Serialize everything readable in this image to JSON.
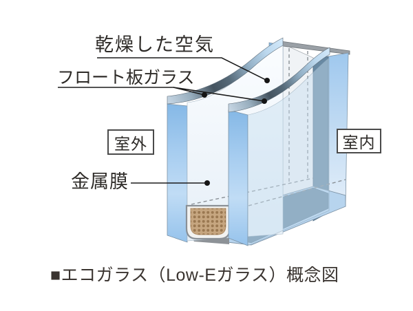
{
  "diagram": {
    "callouts": {
      "dry_air": "乾燥した空気",
      "float_glass": "フロート板ガラス",
      "metal_film": "金属膜"
    },
    "side_labels": {
      "outdoor": "室外",
      "indoor": "室内"
    },
    "caption": "■エコガラス（Low-Eガラス）概念図",
    "colors": {
      "glass_edge_blue": "#92c1ec",
      "glass_face_white": "#f6fafd",
      "curve_dark_slate": "#44535f",
      "steel_blue": "#6889a3",
      "right_face_blue": "#b4d2ee",
      "bottom_face_blue": "#b7d4ee",
      "frame_gray": "#9aa0a6",
      "spacer_channel": "#f2f2f0",
      "desiccant_tan": "#c6a680",
      "desiccant_dot": "#9a7851",
      "hidden_edge_dash": "#8a9096",
      "leader_line": "#1b1b1b",
      "text": "#2e2b28"
    }
  }
}
